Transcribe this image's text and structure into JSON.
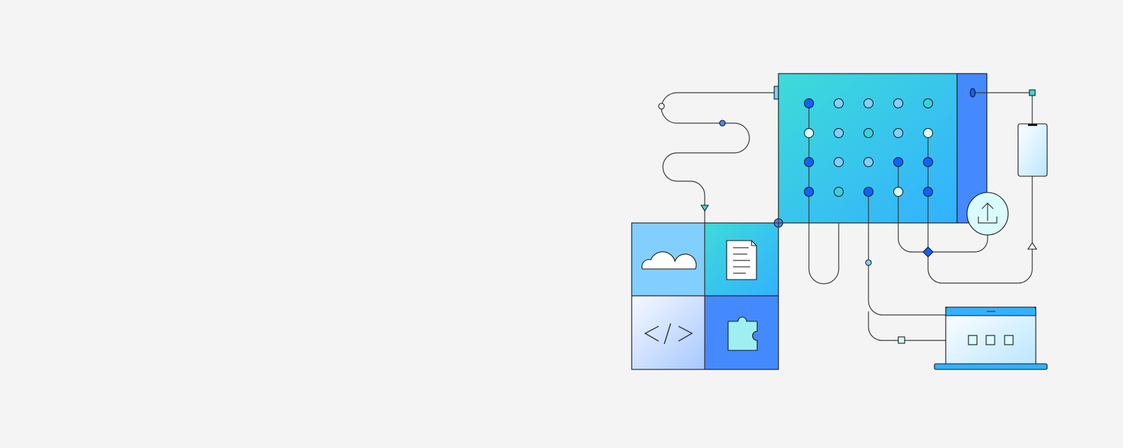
{
  "background": "#f4f4f4",
  "colors": {
    "teal": "#3ddbd9",
    "cyan": "#33b1ff",
    "blue": "#4589ff",
    "dark_blue": "#0f62fe",
    "light_blue": "#82cfff",
    "pale": "#d9fbfb",
    "line": "#393939"
  },
  "illustration": {
    "board": {
      "dot_grid": [
        [
          "dark",
          "light",
          "light",
          "light",
          "teal"
        ],
        [
          "pale",
          "light",
          "teal",
          "light",
          "pale"
        ],
        [
          "dark",
          "light",
          "light",
          "dark",
          "dark"
        ],
        [
          "dark",
          "teal",
          "dark",
          "pale",
          "dark"
        ]
      ]
    },
    "tiles": [
      "cloud-icon",
      "document-icon",
      "code-icon",
      "puzzle-icon"
    ],
    "devices": [
      "phone-icon",
      "laptop-icon",
      "upload-icon"
    ]
  }
}
